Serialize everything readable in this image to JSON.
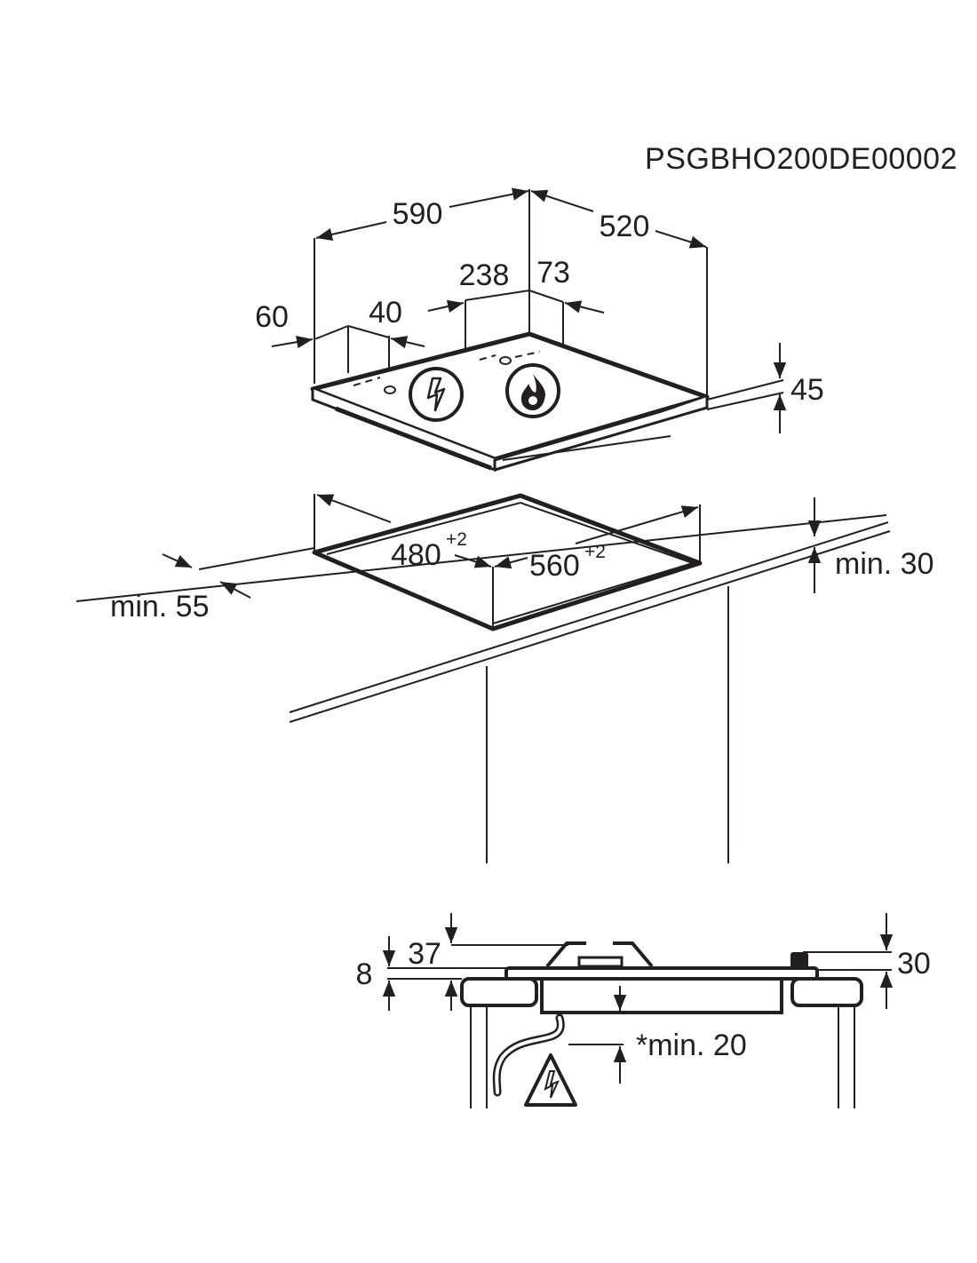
{
  "diagram": {
    "code": "PSGBHO200DE00002",
    "dimensions": {
      "width": "590",
      "depth": "520",
      "d238": "238",
      "d73": "73",
      "d60": "60",
      "d40": "40",
      "height": "45",
      "cutout_depth": "480",
      "cutout_depth_tol": "+2",
      "cutout_width": "560",
      "cutout_width_tol": "+2",
      "min_front": "min. 55",
      "min_side": "min. 30",
      "side_8": "8",
      "side_37": "37",
      "side_30": "30",
      "min_below": "*min. 20"
    },
    "icons": [
      "electric-icon",
      "gas-flame-icon",
      "electric-warning-icon"
    ]
  }
}
